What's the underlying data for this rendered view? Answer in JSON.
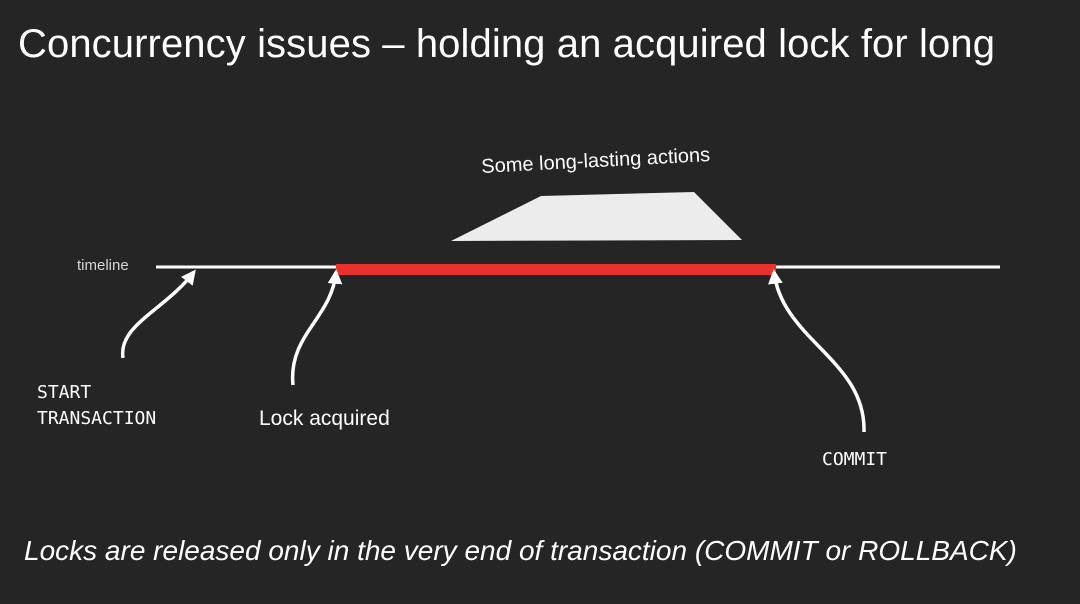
{
  "slide": {
    "title": "Concurrency issues – holding an acquired lock for long",
    "footer": "Locks are released only in the very end of transaction (COMMIT or ROLLBACK)"
  },
  "diagram": {
    "timeline_label": "timeline",
    "actions_label": "Some long-lasting actions",
    "events": {
      "start": "START\nTRANSACTION",
      "lock": "Lock acquired",
      "commit": "COMMIT"
    },
    "colors": {
      "background": "#252525",
      "timeline": "#ffffff",
      "lock_held": "#e8322b",
      "actions_shape": "#ececec"
    }
  }
}
